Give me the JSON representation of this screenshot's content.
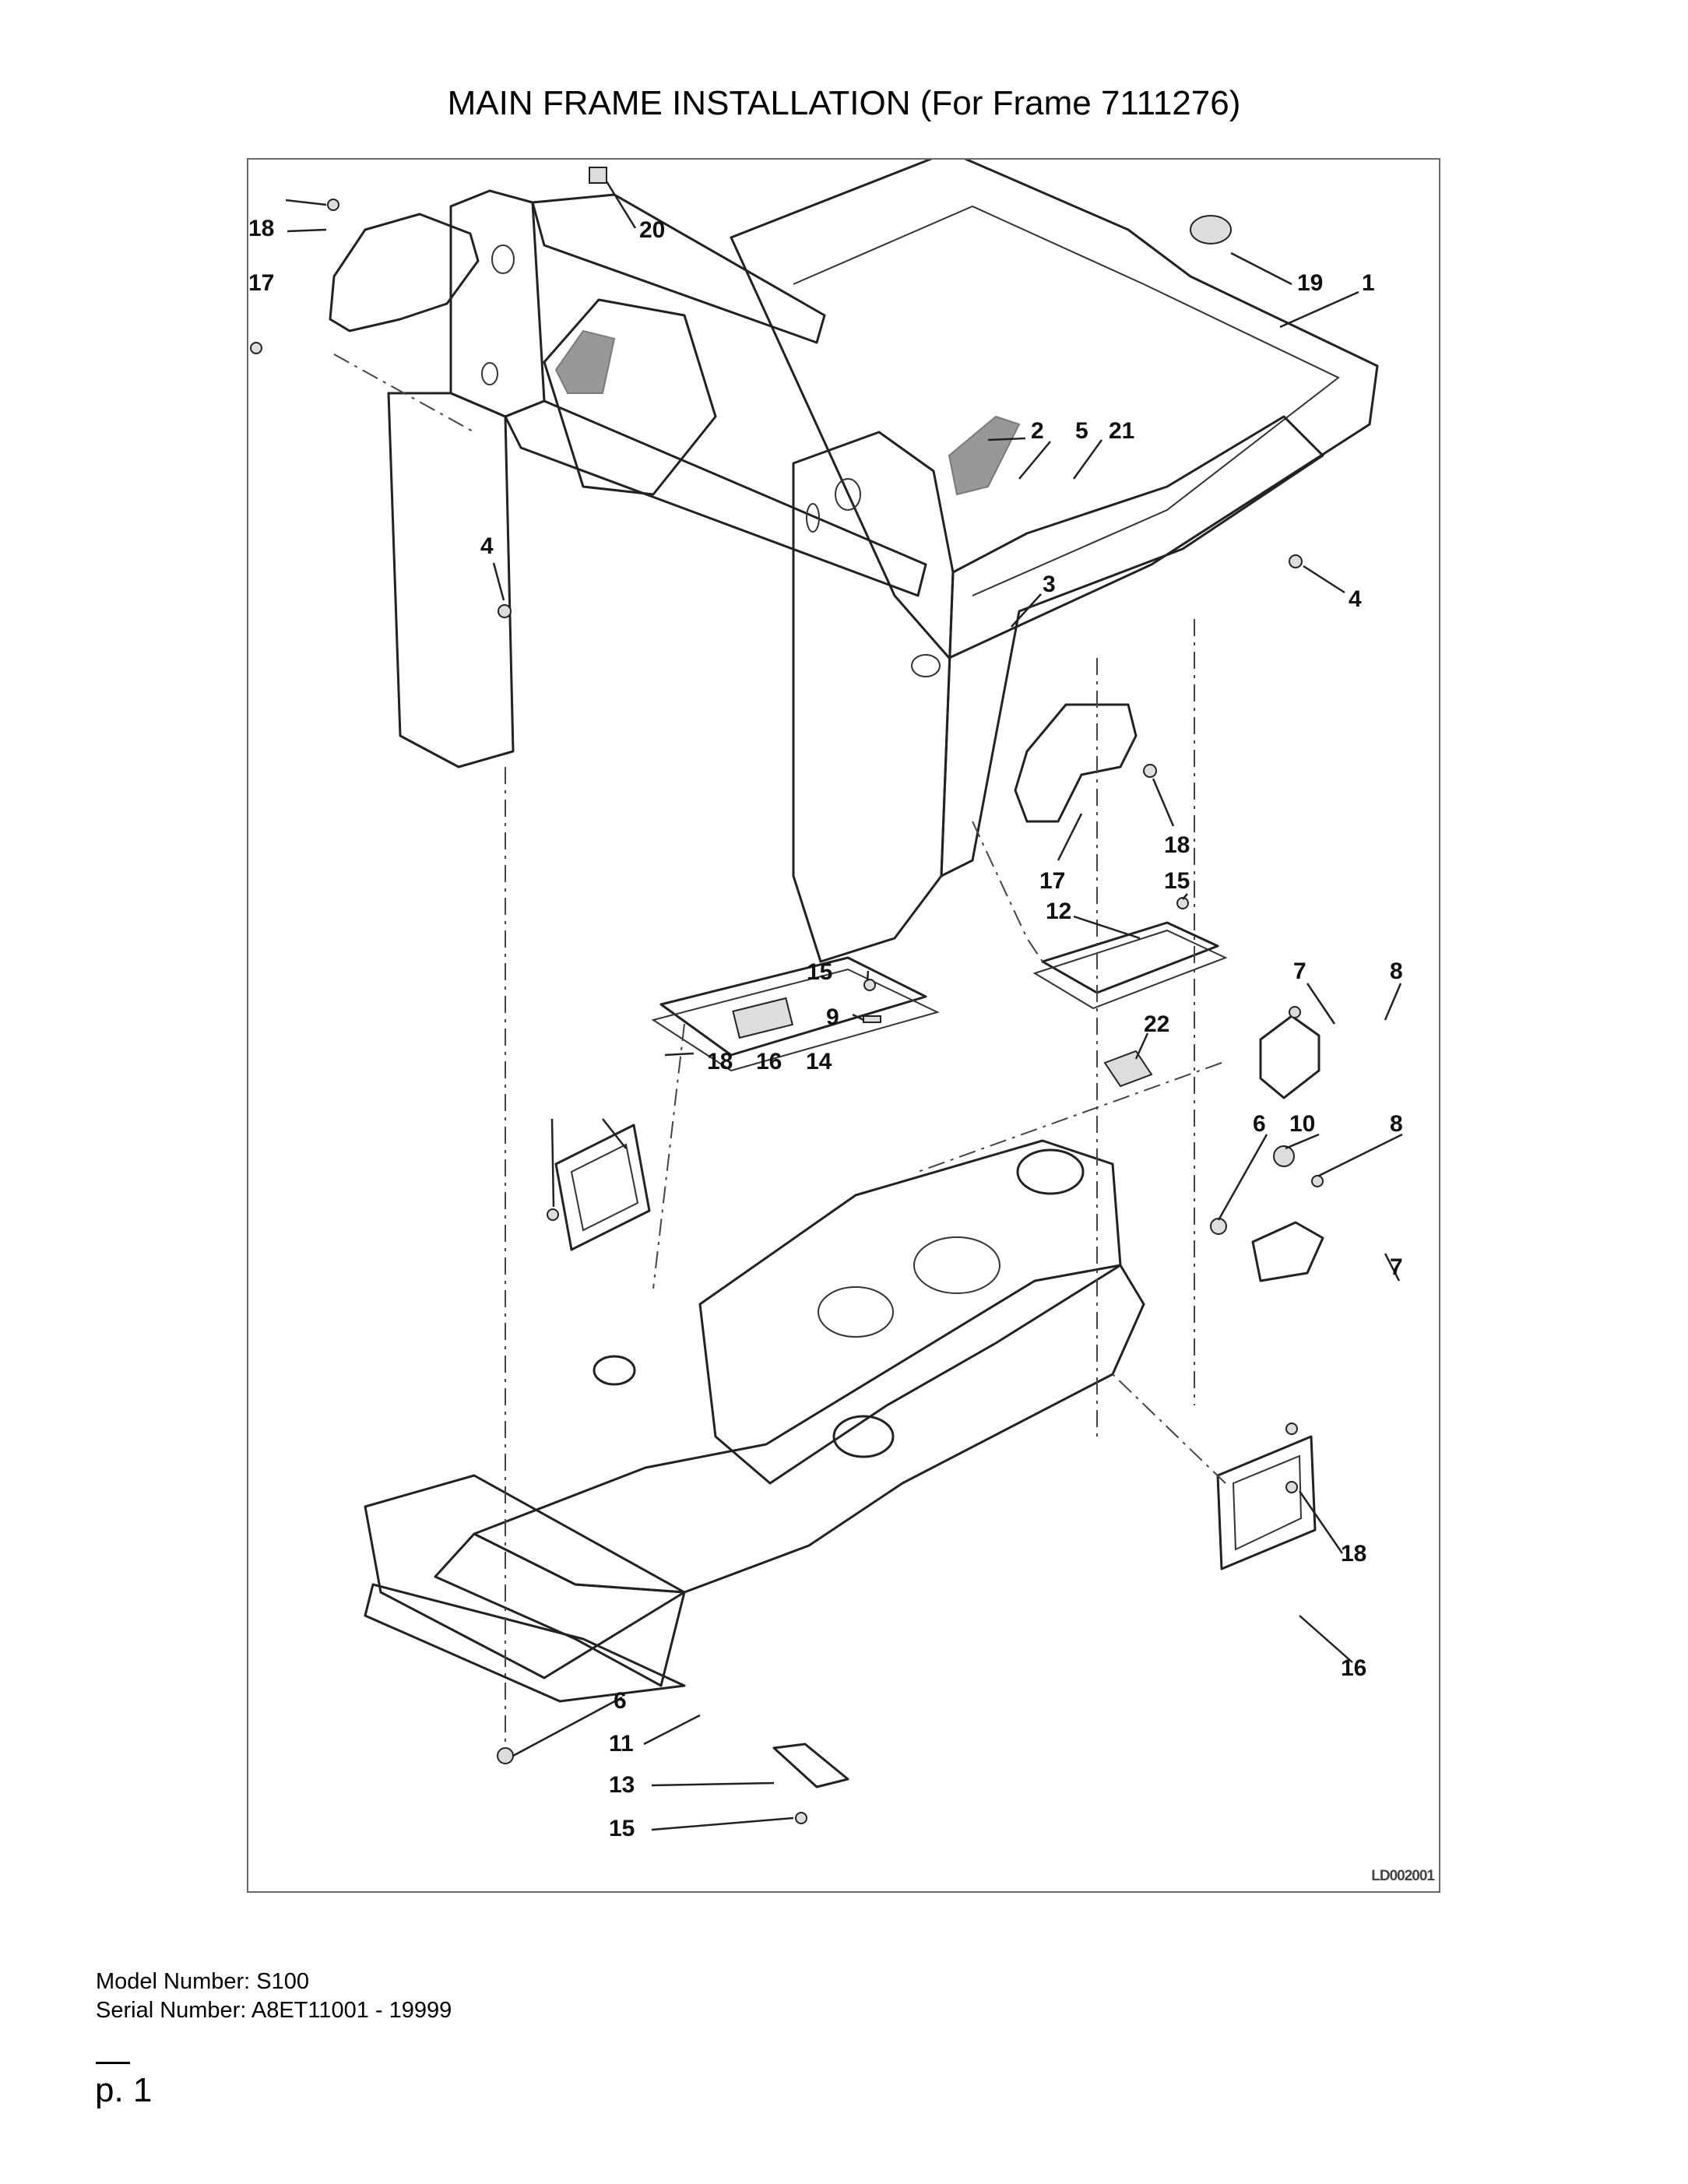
{
  "title": "MAIN FRAME INSTALLATION (For Frame 7111276)",
  "figure": {
    "figure_id": "LD002001",
    "callouts": [
      "18",
      "17",
      "20",
      "19",
      "1",
      "2",
      "5",
      "21",
      "4",
      "3",
      "4",
      "18",
      "17",
      "15",
      "12",
      "7",
      "8",
      "15",
      "9",
      "22",
      "18",
      "16",
      "14",
      "6",
      "10",
      "8",
      "7",
      "6",
      "11",
      "13",
      "15",
      "18",
      "16"
    ]
  },
  "model_label": "Model Number: S100",
  "serial_label": "Serial Number: A8ET11001 - 19999",
  "page_label": "p. 1"
}
